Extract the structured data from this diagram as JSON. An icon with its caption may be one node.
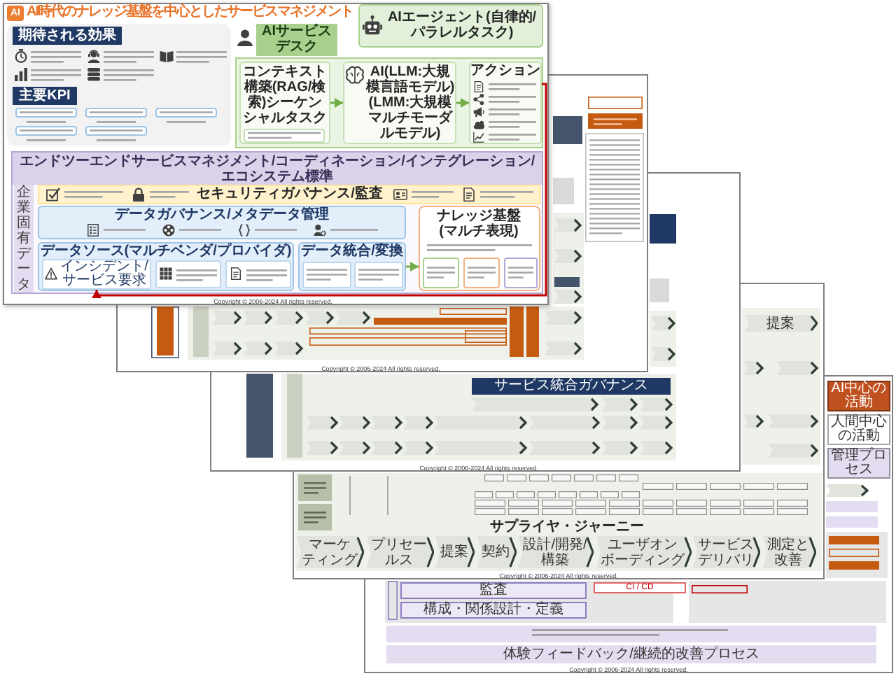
{
  "diagram": {
    "title": "AI時代のナレッジ基盤を中心としたサービスマネジメント",
    "nodes": [
      {
        "text": [],
        "shape": "box"
      },
      {
        "text": [],
        "shape": "box",
        "in": 0
      },
      {
        "text": [
          "期待される効果"
        ],
        "in": 1
      },
      {
        "text": [
          "主要KPI"
        ],
        "in": 1
      },
      {
        "text": [
          "AIサービスデスク"
        ],
        "in": 0
      },
      {
        "text": [
          "AIエージェント(自律的/パラレルタスク)"
        ],
        "in": 0
      },
      {
        "text": [],
        "shape": "box",
        "in": 0
      },
      {
        "text": [
          "コンテキスト構築(RAG/検索)シーケンシャルタスク"
        ],
        "in": 6
      },
      {
        "text": [
          "AI(LLM:大規模言語モデル)(LMM:大規模マルチモーダルモデル)"
        ],
        "in": 6
      },
      {
        "text": [
          "アクション"
        ],
        "in": 6
      },
      {
        "text": [
          "エンドツーエンドサービスマネジメント/コーディネーション/インテグレーション/エコシステム標準"
        ],
        "in": 0
      },
      {
        "text": [
          "企業固有データ"
        ],
        "in": 10
      },
      {
        "text": [
          "セキュリティガバナンス/監査"
        ],
        "in": 10
      },
      {
        "text": [
          "データガバナンス/メタデータ管理"
        ],
        "in": 10
      },
      {
        "text": [
          "データソース(マルチベンダ/プロバイダ)"
        ],
        "in": 10
      },
      {
        "text": [
          "インシデント/サービス要求"
        ],
        "in": 14
      },
      {
        "text": [
          "データ統合/変換"
        ],
        "in": 10
      },
      {
        "text": [
          "ナレッジ基盤(マルチ表現)"
        ],
        "in": 10
      },
      {
        "text": [
          "サービス統合ガバナンス"
        ]
      },
      {
        "text": [
          "提案"
        ]
      },
      {
        "text": [
          "マーケティング"
        ]
      },
      {
        "text": [
          "プリセールス"
        ]
      },
      {
        "text": [
          "提案"
        ]
      },
      {
        "text": [
          "契約"
        ]
      },
      {
        "text": [
          "設計/開発/構築"
        ]
      },
      {
        "text": [
          "ユーザオンボーディング"
        ]
      },
      {
        "text": [
          "サービスデリバリ"
        ]
      },
      {
        "text": [
          "測定と改善"
        ]
      },
      {
        "text": [
          "監査"
        ]
      },
      {
        "text": [
          "構成・関係設計・定義"
        ]
      },
      {
        "text": [
          "CI / CD"
        ]
      },
      {
        "text": [
          "体験フィードバック/継続的改善プロセス"
        ]
      }
    ],
    "edges": [
      {
        "from": 7,
        "to": 8,
        "arrow": "to"
      },
      {
        "from": 8,
        "to": 9,
        "arrow": "to"
      },
      {
        "from": 9,
        "to": 15,
        "arrow": "to",
        "color": "#c00000"
      },
      {
        "from": 16,
        "to": 17,
        "arrow": "to"
      }
    ],
    "labels": [
      "AI",
      "Copyright © 2006-2024 All rights reserved.",
      "Copyright © 2006-2024 All rights reserved.",
      "Copyright © 2006-2024 All rights reserved.",
      "サプライヤ・ジャーニー",
      "Copyright © 2006-2024 All rights reserved.",
      "Copyright © 2006-2024 All rights reserved."
    ],
    "legend": [
      {
        "text": "AI中心の活動",
        "color": "#c0501f"
      },
      {
        "text": "人間中心の活動",
        "color": "#ffffff"
      },
      {
        "text": "管理プロセス",
        "color": "#e4dcf0"
      }
    ]
  }
}
